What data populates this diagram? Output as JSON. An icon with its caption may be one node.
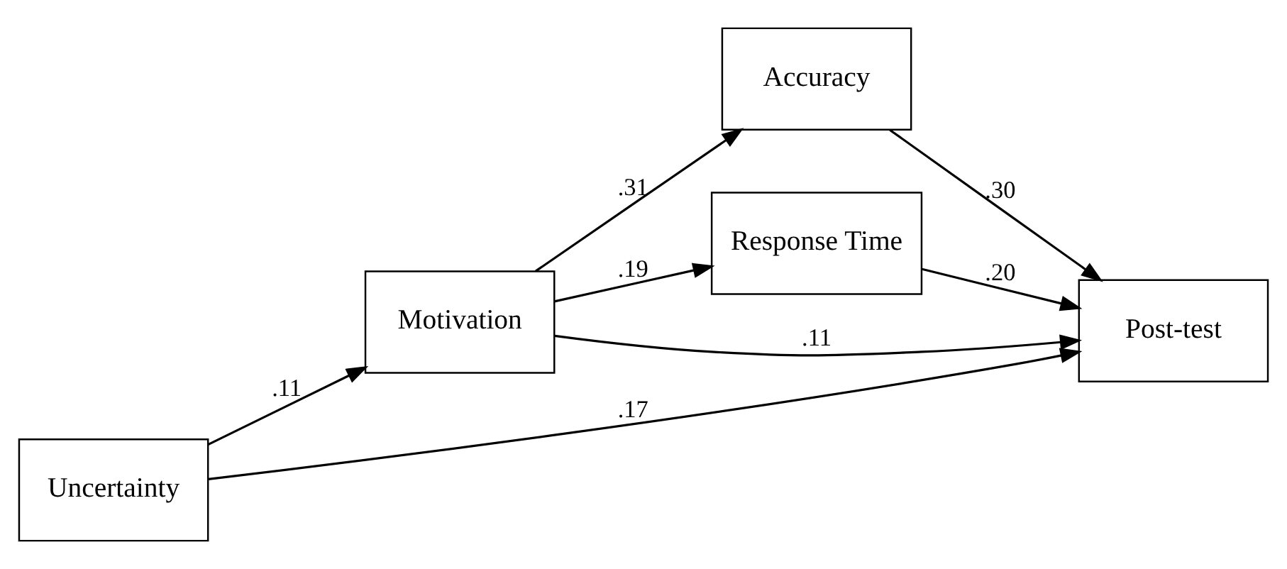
{
  "diagram": {
    "nodes": [
      {
        "text": [
          "Uncertainty"
        ]
      },
      {
        "text": [
          "Motivation"
        ]
      },
      {
        "text": [
          "Accuracy"
        ]
      },
      {
        "text": [
          "Response Time"
        ]
      },
      {
        "text": [
          "Post-test"
        ]
      }
    ],
    "edges": [
      {
        "from": 0,
        "to": 4,
        "arrow": "to",
        "label": ".17"
      },
      {
        "from": 0,
        "to": 1,
        "arrow": "to",
        "label": ".11"
      },
      {
        "from": 1,
        "to": 2,
        "arrow": "to",
        "label": ".31"
      },
      {
        "from": 1,
        "to": 3,
        "arrow": "to",
        "label": ".19"
      },
      {
        "from": 2,
        "to": 4,
        "arrow": "to",
        "label": ".30"
      },
      {
        "from": 3,
        "to": 4,
        "arrow": "to",
        "label": ".20"
      },
      {
        "from": 1,
        "to": 4,
        "arrow": "to",
        "label": ".11"
      }
    ]
  }
}
